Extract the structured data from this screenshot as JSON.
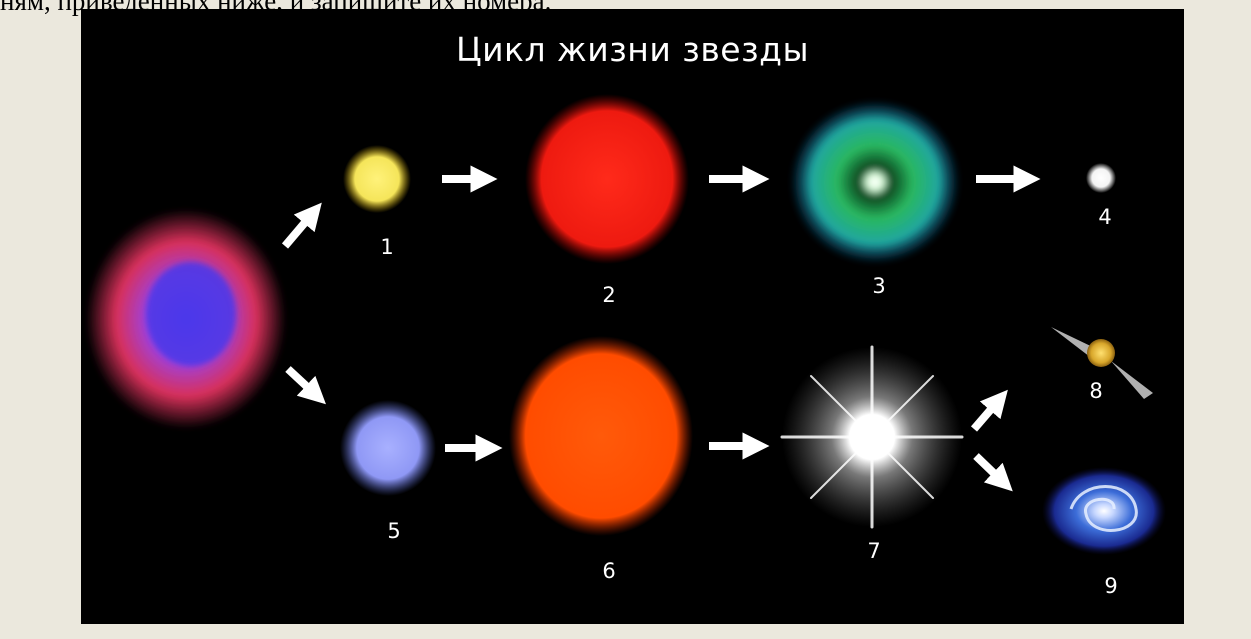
{
  "document": {
    "partial_line": "ням, приведенных ниже, и запишите их номера."
  },
  "diagram": {
    "title": "Цикл жизни звезды",
    "stages": [
      {
        "label": "1",
        "color": "#f5e55a"
      },
      {
        "label": "2",
        "color": "#ff2a1a"
      },
      {
        "label": "3",
        "color": "#1fa6a0"
      },
      {
        "label": "4",
        "color": "#ffffff"
      },
      {
        "label": "5",
        "color": "#9fa8ff"
      },
      {
        "label": "6",
        "color": "#ff5a0a"
      },
      {
        "label": "7",
        "color": "#ffffff"
      },
      {
        "label": "8",
        "color": "#d8a62a"
      },
      {
        "label": "9",
        "color": "#3c6dd8"
      }
    ]
  }
}
